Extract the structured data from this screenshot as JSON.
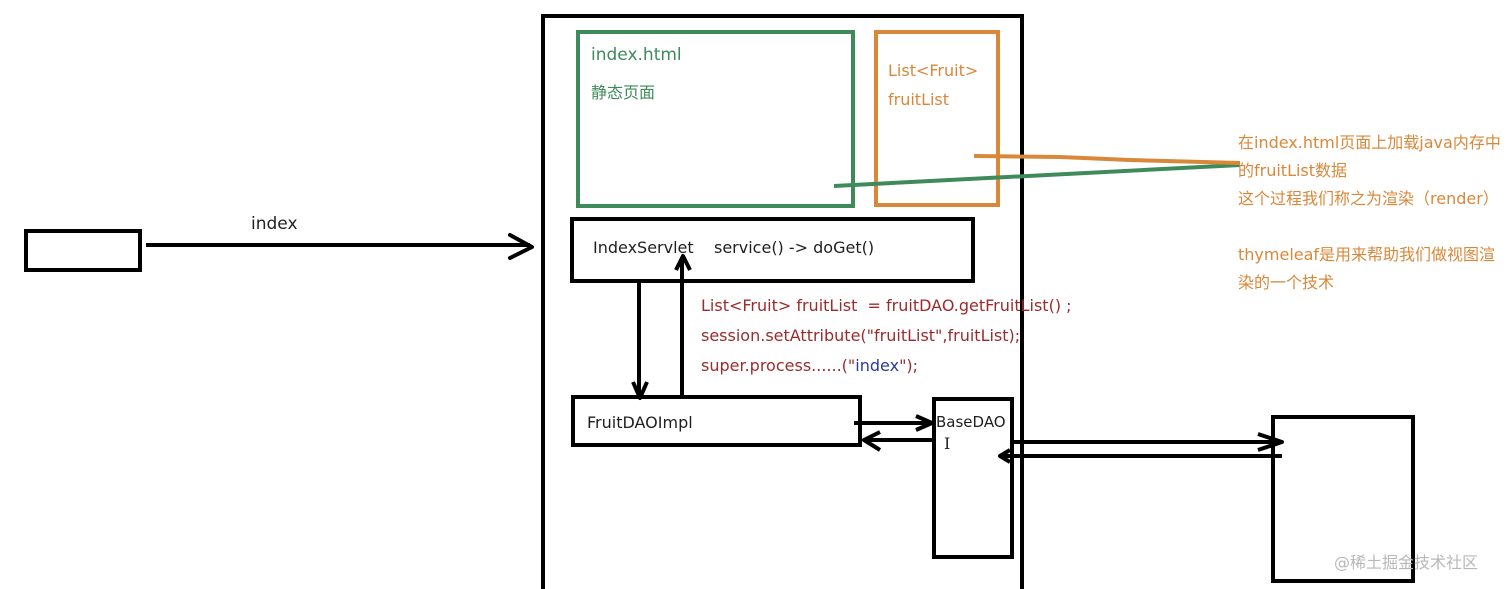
{
  "diagram": {
    "browser_request_label": "index",
    "view_box": {
      "title": "index.html",
      "subtitle": "静态页面"
    },
    "model_box": {
      "line1": "List<Fruit>",
      "line2": "fruitList"
    },
    "servlet_box": {
      "label": "IndexServlet    service() -> doGet()"
    },
    "code": {
      "line1": "List<Fruit> fruitList  = fruitDAO.getFruitList() ;",
      "line2": "session.setAttribute(\"fruitList\",fruitList);",
      "line3_prefix": "super.process......(\"",
      "line3_keyword": "index",
      "line3_suffix": "\");"
    },
    "dao_impl_box": {
      "label": "FruitDAOImpl"
    },
    "base_dao_box": {
      "label": "BaseDAO"
    },
    "cursor_glyph": "I",
    "notes": {
      "line1": "在index.html页面上加载java内存中",
      "line2": "的fruitList数据",
      "line3": "这个过程我们称之为渲染（render）",
      "line4": "thymeleaf是用来帮助我们做视图渲",
      "line5": "染的一个技术"
    },
    "watermark": "@稀土掘金技术社区"
  },
  "colors": {
    "green": "#3f8a5a",
    "orange": "#d9883a",
    "line": "#000000",
    "code_red": "#9c2b2b",
    "code_blue": "#2a3a9a"
  }
}
